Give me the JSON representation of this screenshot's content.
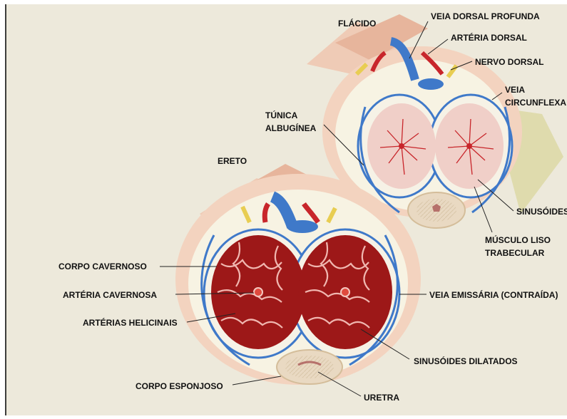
{
  "labels": {
    "flacido": "FLÁCIDO",
    "ereto": "ERETO",
    "veia_dorsal_profunda": "VEIA DORSAL PROFUNDA",
    "arteria_dorsal": "ARTÉRIA DORSAL",
    "nervo_dorsal": "NERVO DORSAL",
    "veia_circunflexa_1": "VEIA",
    "veia_circunflexa_2": "CIRCUNFLEXA",
    "tunica_1": "TÚNICA",
    "tunica_2": "ALBUGÍNEA",
    "sinusoides": "SINUSÓIDES",
    "musculo_1": "MÚSCULO LISO",
    "musculo_2": "TRABECULAR",
    "corpo_cavernoso": "CORPO CAVERNOSO",
    "arteria_cavernosa": "ARTÉRIA CAVERNOSA",
    "arterias_helicinais": "ARTÉRIAS HELICINAIS",
    "veia_emissaria": "VEIA EMISSÁRIA (CONTRAÍDA)",
    "sinusoides_dilatados": "SINUSÓIDES DILATADOS",
    "corpo_esponjoso": "CORPO ESPONJOSO",
    "uretra": "URETRA"
  },
  "colors": {
    "background": "#ede9db",
    "skin": "#f2cdb6",
    "vein": "#3f79c9",
    "artery": "#c8262b",
    "nerve": "#e8cd52",
    "tunica": "#f6f3e8",
    "sinusoid_flaccid": "#f0cfc8",
    "sinusoid_erect": "#9d1818",
    "spongy": "#e9d9c2"
  }
}
